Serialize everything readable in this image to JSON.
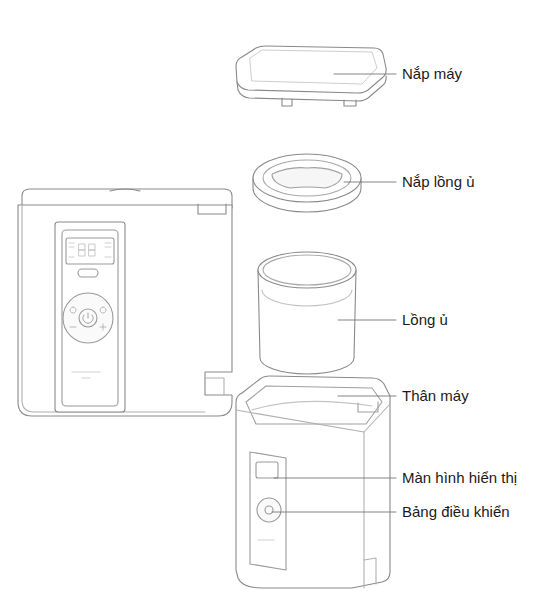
{
  "diagram": {
    "labels": [
      "Nắp máy",
      "Nắp lồng ủ",
      "Lồng ủ",
      "Thân máy",
      "Màn hình hiển thị",
      "Bảng điều khiển"
    ]
  }
}
